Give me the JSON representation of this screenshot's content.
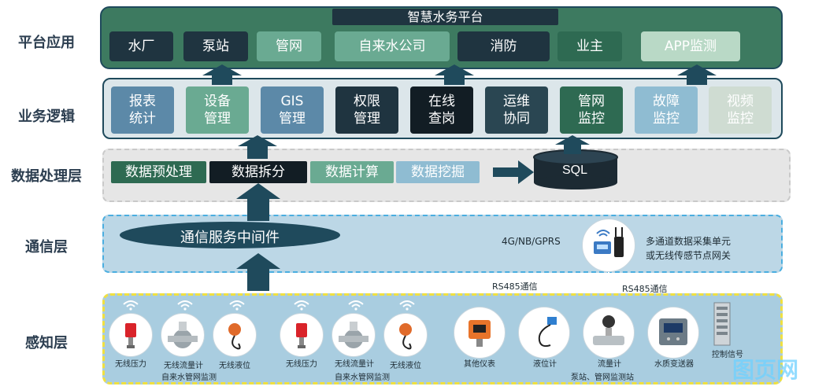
{
  "layers": {
    "platform": "平台应用",
    "business": "业务逻辑",
    "data": "数据处理层",
    "comm": "通信层",
    "sense": "感知层"
  },
  "platform": {
    "title": "智慧水务平台",
    "items": [
      "水厂",
      "泵站",
      "管网",
      "自来水公司",
      "消防",
      "业主",
      "APP监测"
    ]
  },
  "business": {
    "items": [
      {
        "l1": "报表",
        "l2": "统计"
      },
      {
        "l1": "设备",
        "l2": "管理"
      },
      {
        "l1": "GIS",
        "l2": "管理"
      },
      {
        "l1": "权限",
        "l2": "管理"
      },
      {
        "l1": "在线",
        "l2": "查岗"
      },
      {
        "l1": "运维",
        "l2": "协同"
      },
      {
        "l1": "管网",
        "l2": "监控"
      },
      {
        "l1": "故障",
        "l2": "监控"
      },
      {
        "l1": "视频",
        "l2": "监控"
      }
    ]
  },
  "data": {
    "items": [
      "数据预处理",
      "数据拆分",
      "数据计算",
      "数据挖掘"
    ],
    "db": "SQL"
  },
  "comm": {
    "middleware": "通信服务中间件",
    "network": "4G/NB/GPRS",
    "gateway_line1": "多通道数据采集单元",
    "gateway_line2": "或无线传感节点网关"
  },
  "sense": {
    "rs485_left": "RS485通信",
    "rs485_right": "RS485通信",
    "group1": {
      "devices": [
        "无线压力",
        "无线流量计",
        "无线液位"
      ],
      "caption": "自来水管网监测"
    },
    "group2": {
      "devices": [
        "无线压力",
        "无线流量计",
        "无线液位"
      ],
      "caption": "自来水管网监测"
    },
    "group3": {
      "devices": [
        "其他仪表",
        "液位计",
        "流量计",
        "水质变送器",
        "控制信号"
      ],
      "caption": "泵站、管网监测站"
    }
  },
  "watermark": "图页网",
  "colors": {
    "platform_panel": "#3d7a60",
    "business_border": "#1f4a5c",
    "comm_panel": "#bcd7e6",
    "sense_panel": "#a9cde0",
    "sense_border": "#f0e040"
  }
}
